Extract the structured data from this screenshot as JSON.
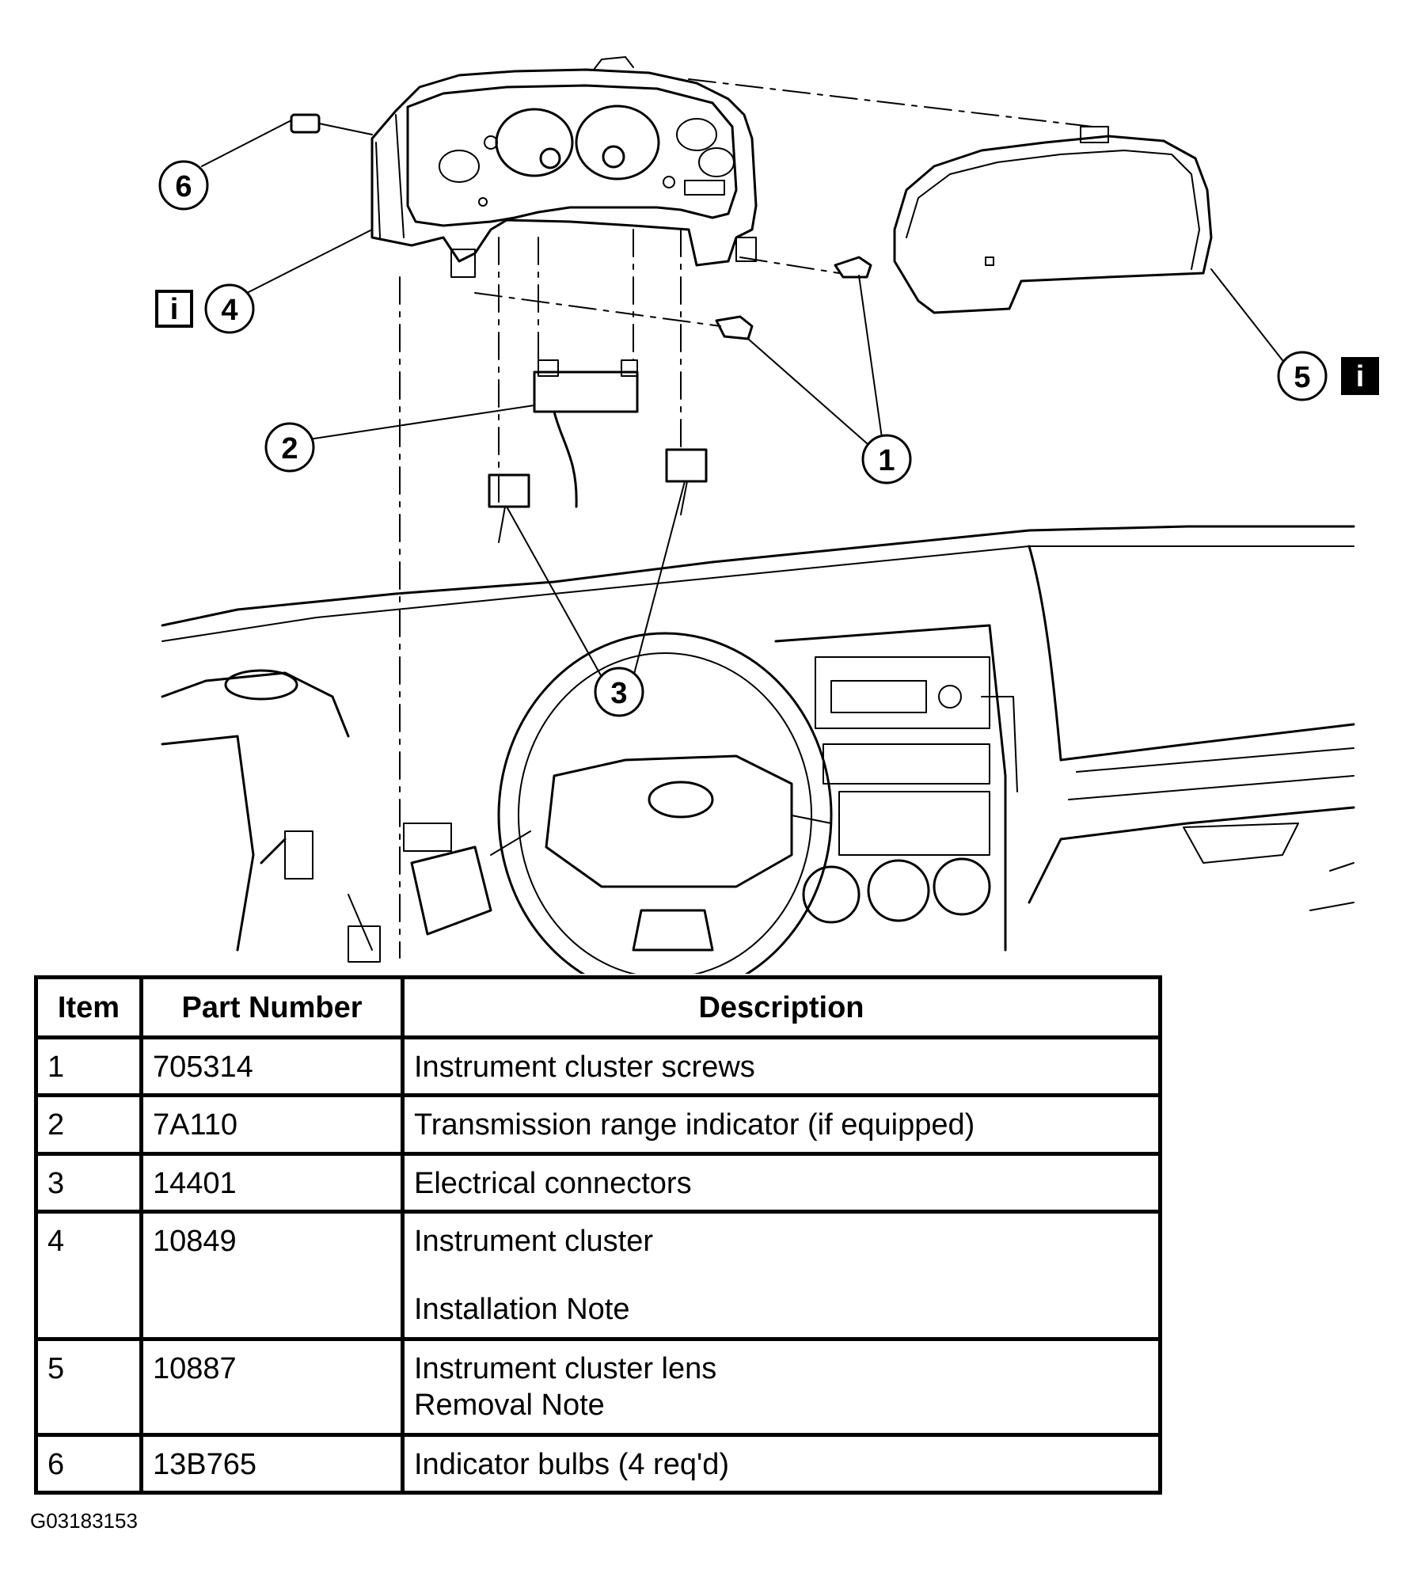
{
  "callouts": [
    "1",
    "2",
    "3",
    "4",
    "5",
    "6"
  ],
  "info_icon_glyph": "i",
  "info_icon_names": [
    "info-icon-outlined",
    "info-icon-filled"
  ],
  "table": {
    "headers": [
      "Item",
      "Part Number",
      "Description"
    ],
    "rows": [
      {
        "item": "1",
        "part": "705314",
        "desc": [
          "Instrument cluster screws"
        ]
      },
      {
        "item": "2",
        "part": "7A110",
        "desc": [
          "Transmission range indicator (if equipped)"
        ]
      },
      {
        "item": "3",
        "part": "14401",
        "desc": [
          "Electrical connectors"
        ]
      },
      {
        "item": "4",
        "part": "10849",
        "desc": [
          "Instrument cluster",
          "",
          "Installation Note"
        ]
      },
      {
        "item": "5",
        "part": "10887",
        "desc": [
          "Instrument cluster lens",
          "Removal Note"
        ]
      },
      {
        "item": "6",
        "part": "13B765",
        "desc": [
          "Indicator bulbs (4 req'd)"
        ]
      }
    ]
  },
  "figure_id": "G03183153"
}
